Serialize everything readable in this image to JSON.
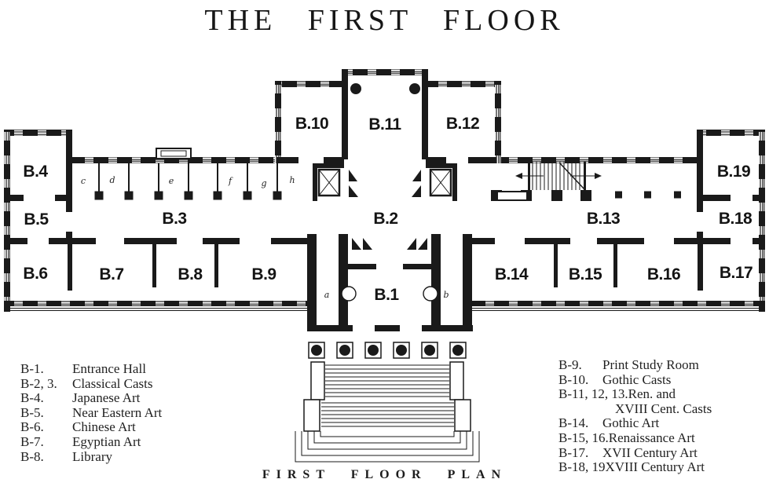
{
  "title": "THE FIRST FLOOR",
  "caption": "FIRST FLOOR PLAN",
  "plan": {
    "rooms": [
      {
        "label": "B.1"
      },
      {
        "label": "B.2"
      },
      {
        "label": "B.3"
      },
      {
        "label": "B.4"
      },
      {
        "label": "B.5"
      },
      {
        "label": "B.6"
      },
      {
        "label": "B.7"
      },
      {
        "label": "B.8"
      },
      {
        "label": "B.9"
      },
      {
        "label": "B.10"
      },
      {
        "label": "B.11"
      },
      {
        "label": "B.12"
      },
      {
        "label": "B.13"
      },
      {
        "label": "B.14"
      },
      {
        "label": "B.15"
      },
      {
        "label": "B.16"
      },
      {
        "label": "B.17"
      },
      {
        "label": "B.18"
      },
      {
        "label": "B.19"
      }
    ],
    "pier_letters": [
      "a",
      "b",
      "c",
      "d",
      "e",
      "f",
      "g",
      "h"
    ]
  },
  "legend_left": [
    {
      "code": "B-1.",
      "name": "Entrance Hall"
    },
    {
      "code": "B-2, 3.",
      "name": "Classical Casts"
    },
    {
      "code": "B-4.",
      "name": "Japanese Art"
    },
    {
      "code": "B-5.",
      "name": "Near Eastern Art"
    },
    {
      "code": "B-6.",
      "name": "Chinese Art"
    },
    {
      "code": "B-7.",
      "name": "Egyptian Art"
    },
    {
      "code": "B-8.",
      "name": "Library"
    }
  ],
  "legend_right": [
    {
      "code": "B-9.",
      "name": "Print Study Room"
    },
    {
      "code": "B-10.",
      "name": "Gothic Casts"
    },
    {
      "code": "B-11, 12, 13.",
      "name": "Ren. and"
    },
    {
      "code": "",
      "name": "XVIII Cent. Casts"
    },
    {
      "code": "B-14.",
      "name": "Gothic Art"
    },
    {
      "code": "B-15, 16.",
      "name": "Renaissance Art"
    },
    {
      "code": "B-17.",
      "name": "XVII Century Art"
    },
    {
      "code": "B-18, 19",
      "name": "XVIII Century Art"
    }
  ],
  "colors": {
    "ink": "#1a1a1a",
    "paper": "#ffffff"
  }
}
